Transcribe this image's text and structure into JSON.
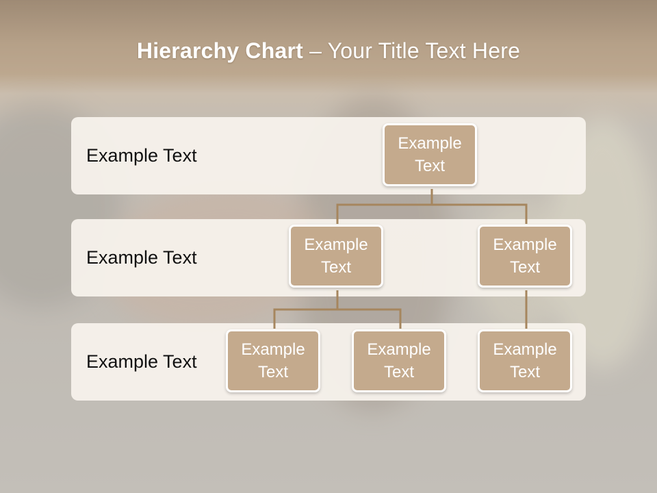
{
  "title": {
    "bold": "Hierarchy Chart",
    "rest": " – Your Title Text Here"
  },
  "levels": [
    {
      "label": "Example Text"
    },
    {
      "label": "Example Text"
    },
    {
      "label": "Example Text"
    }
  ],
  "nodes": {
    "root": "Example Text",
    "level2_left": "Example Text",
    "level2_right": "Example Text",
    "level3_a": "Example Text",
    "level3_b": "Example Text",
    "level3_c": "Example Text"
  },
  "colors": {
    "node_fill": "#c4aa8d",
    "node_border": "#ffffff",
    "connector": "#a6865e",
    "band_fill": "#f6f2ec"
  }
}
